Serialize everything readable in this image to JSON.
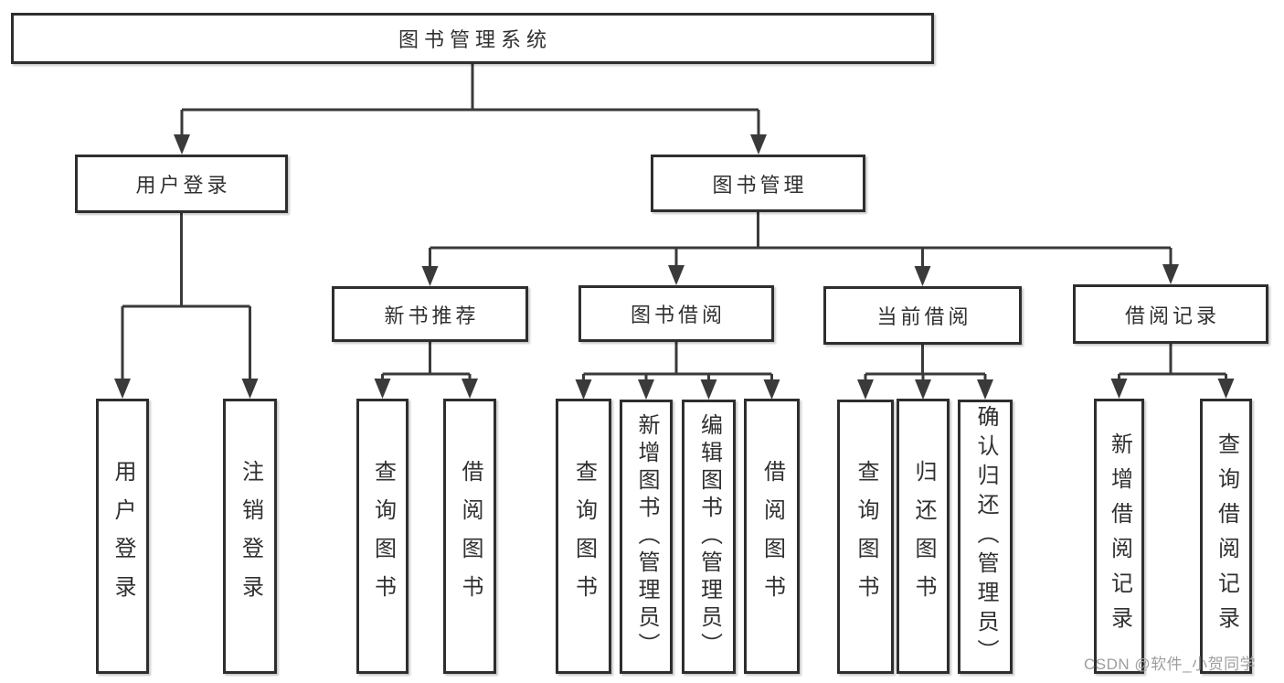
{
  "diagram": {
    "root": "图书管理系统",
    "level2": {
      "user_login": "用户登录",
      "book_management": "图书管理"
    },
    "level3": {
      "new_book_recommend": "新书推荐",
      "book_borrowing": "图书借阅",
      "current_borrowing": "当前借阅",
      "borrowing_records": "借阅记录"
    },
    "leaves": {
      "user_login": [
        "用户登录",
        "注销登录"
      ],
      "new_book_recommend": [
        "查询图书",
        "借阅图书"
      ],
      "book_borrowing": [
        "查询图书",
        "新增图书（管理员）",
        "编辑图书（管理员）",
        "借阅图书"
      ],
      "current_borrowing": [
        "查询图书",
        "归还图书",
        "确认归还（管理员）"
      ],
      "borrowing_records": [
        "新增借阅记录",
        "查询借阅记录"
      ]
    }
  },
  "watermark": "CSDN @软件_小贺同学",
  "colors": {
    "line": "#3a3a3a",
    "box_border": "#2e2e2e",
    "text": "#303030",
    "watermark": "#9e9e9e",
    "background": "#ffffff"
  }
}
